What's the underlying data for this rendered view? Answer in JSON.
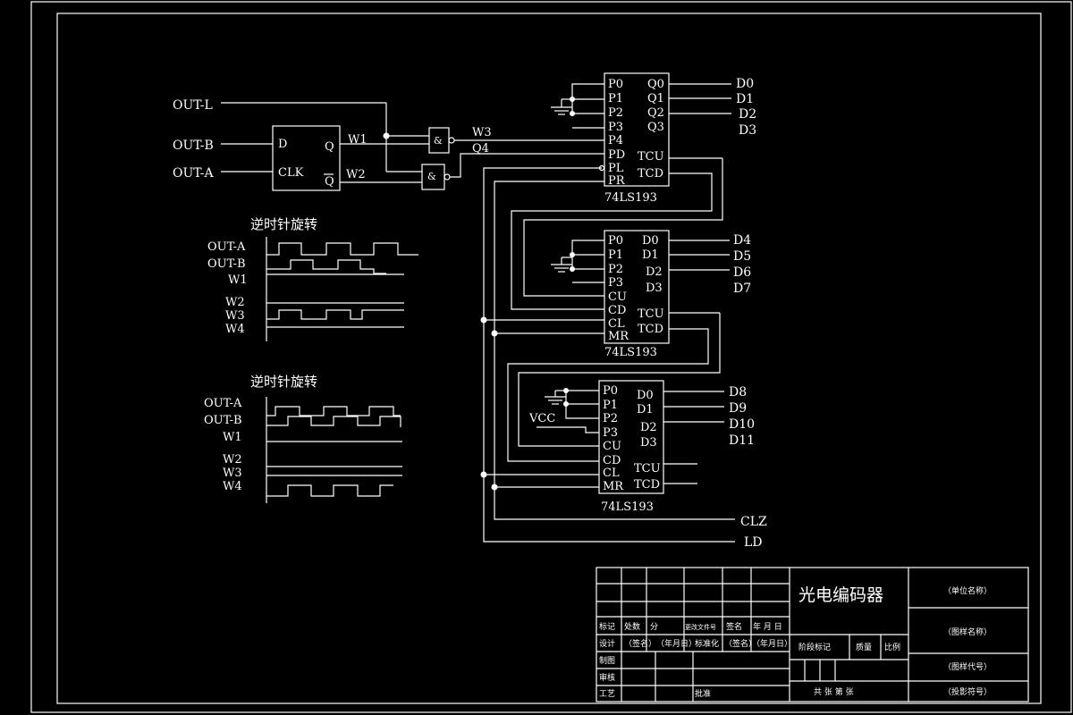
{
  "inputs": {
    "out_l": "OUT-L",
    "out_b": "OUT-B",
    "out_a": "OUT-A"
  },
  "flipflop": {
    "d": "D",
    "clk": "CLK",
    "q": "Q",
    "qbar": "Q"
  },
  "signals": {
    "w1": "W1",
    "w2": "W2",
    "w3": "W3",
    "q4": "Q4"
  },
  "gate_symbol": "&",
  "chip_name": "74LS193",
  "chip1": {
    "left_pins": [
      "P0",
      "P1",
      "P2",
      "P3",
      "P4",
      "PD",
      "PL",
      "PR"
    ],
    "right_pins": [
      "Q0",
      "Q1",
      "Q2",
      "Q3",
      "TCU",
      "TCD"
    ],
    "outputs": [
      "D0",
      "D1",
      "D2",
      "D3"
    ]
  },
  "chip2": {
    "left_pins": [
      "P0",
      "P1",
      "P2",
      "P3",
      "CU",
      "CD",
      "CL",
      "MR"
    ],
    "right_pins": [
      "D0",
      "D1",
      "D2",
      "D3",
      "TCU",
      "TCD"
    ],
    "outputs": [
      "D4",
      "D5",
      "D6",
      "D7"
    ]
  },
  "chip3": {
    "left_pins": [
      "P0",
      "P1",
      "P2",
      "P3",
      "CU",
      "CD",
      "CL",
      "MR"
    ],
    "right_pins": [
      "D0",
      "D1",
      "D2",
      "D3",
      "TCU",
      "TCD"
    ],
    "outputs": [
      "D8",
      "D9",
      "D10",
      "D11"
    ]
  },
  "vcc": "VCC",
  "bus": {
    "clz": "CLZ",
    "ld": "LD"
  },
  "timing1": {
    "title": "逆时针旋转",
    "rows": [
      "OUT-A",
      "OUT-B",
      "W1",
      "W2",
      "W3",
      "W4"
    ]
  },
  "timing2": {
    "title": "逆时针旋转",
    "rows": [
      "OUT-A",
      "OUT-B",
      "W1",
      "W2",
      "W3",
      "W4"
    ]
  },
  "title_block": {
    "drawing_title": "光电编码器",
    "unit_name": "（单位名称）",
    "drawing_name": "（图样名称）",
    "drawing_code": "（图样代号）",
    "projection_code": "（投影符号）",
    "row_marks": [
      "标记",
      "处数",
      "分",
      "更改文件号",
      "签名",
      "年 月 日"
    ],
    "design": "设计",
    "sign1": "（签名）",
    "date1": "（年月日）",
    "standard": "标准化",
    "sign2": "（签名）",
    "date2": "（年月日）",
    "drawing": "制图",
    "review": "审核",
    "process": "工艺",
    "approve": "批准",
    "stage": "阶段标记",
    "weight": "质量",
    "scale": "比例",
    "total": "共  张    第  张"
  }
}
